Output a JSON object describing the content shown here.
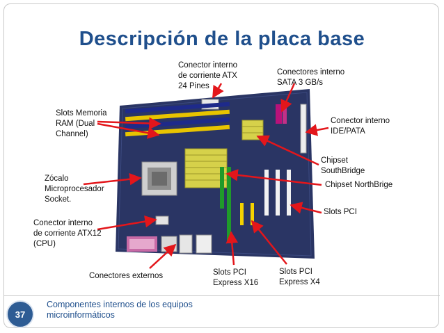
{
  "slide": {
    "title": "Descripción de la placa base",
    "page_number": "37",
    "footer": "Componentes internos de los equipos\nmicroinformáticos"
  },
  "labels": {
    "conector_atx24": "Conector interno\nde corriente ATX\n24 Pines",
    "sata": "Conectores  interno\nSATA 3 GB/s",
    "slots_memoria": "Slots Memoria\nRAM (Dual\nChannel)",
    "ide_pata": "Conector interno\nIDE/PATA",
    "southbridge": "Chipset\nSouthBridge",
    "zocalo": "Zócalo\nMicroprocesador\nSocket.",
    "northbridge": "Chipset NorthBrige",
    "slots_pci": "Slots PCI",
    "atx12": "Conector interno\nde corriente ATX12\n(CPU)",
    "externos": "Conectores externos",
    "pci_x16": "Slots PCI\nExpress X16",
    "pci_x4": "Slots PCI\nExpress X4"
  },
  "colors": {
    "title": "#1f4f8c",
    "arrow": "#e3161b",
    "board": "#2a3564",
    "badge": "#2e5c94"
  }
}
